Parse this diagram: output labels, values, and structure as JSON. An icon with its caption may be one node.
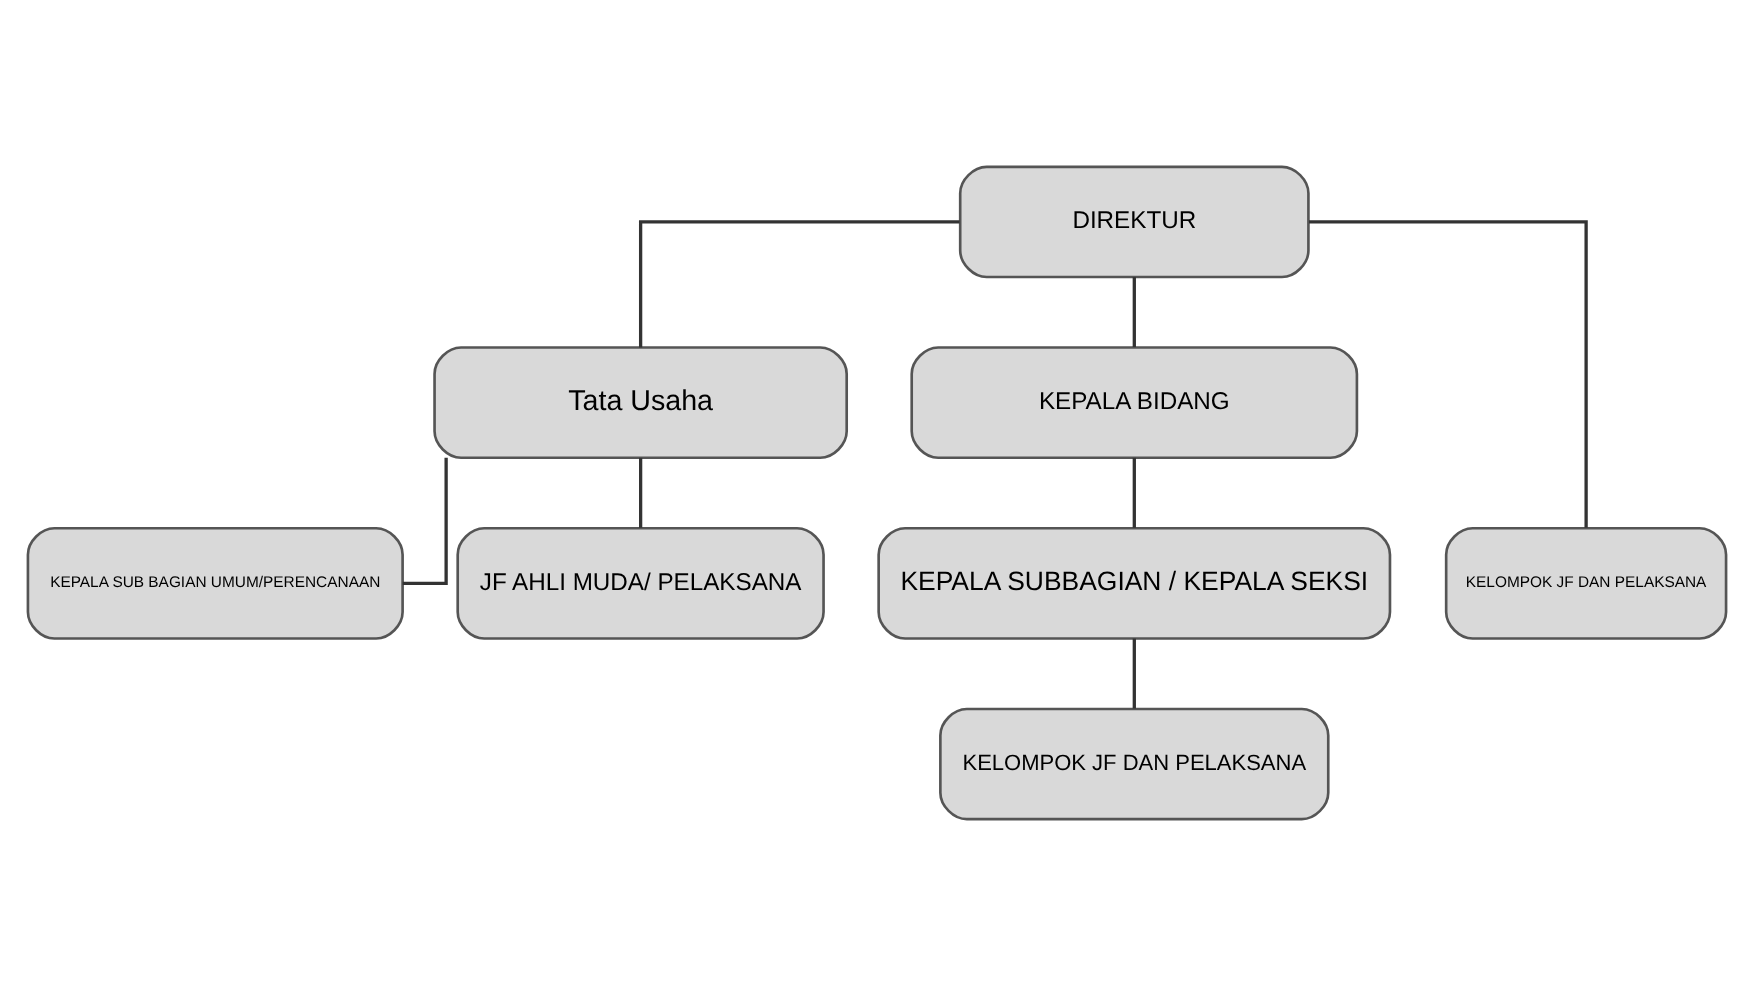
{
  "diagram": {
    "nodes": [
      {
        "text": [
          "DIREKTUR"
        ]
      },
      {
        "text": [
          "Tata Usaha"
        ]
      },
      {
        "text": [
          "KEPALA BIDANG"
        ]
      },
      {
        "text": [
          "KEPALA SUB BAGIAN UMUM/PERENCANAAN"
        ]
      },
      {
        "text": [
          "JF AHLI MUDA/ PELAKSANA"
        ]
      },
      {
        "text": [
          "KELOMPOK JF DAN PELAKSANA"
        ]
      },
      {
        "text": [
          "KEPALA SUBBAGIAN / KEPALA SEKSI"
        ]
      },
      {
        "text": [
          "KELOMPOK JF DAN PELAKSANA"
        ]
      }
    ],
    "edges": [
      {
        "from": 0,
        "to": 1,
        "arrow": "none"
      },
      {
        "from": 0,
        "to": 5,
        "arrow": "none"
      },
      {
        "from": 0,
        "to": 2,
        "arrow": "none"
      },
      {
        "from": 1,
        "to": 3,
        "arrow": "none"
      },
      {
        "from": 1,
        "to": 4,
        "arrow": "none"
      },
      {
        "from": 2,
        "to": 6,
        "arrow": "none"
      },
      {
        "from": 6,
        "to": 7,
        "arrow": "none"
      }
    ]
  }
}
